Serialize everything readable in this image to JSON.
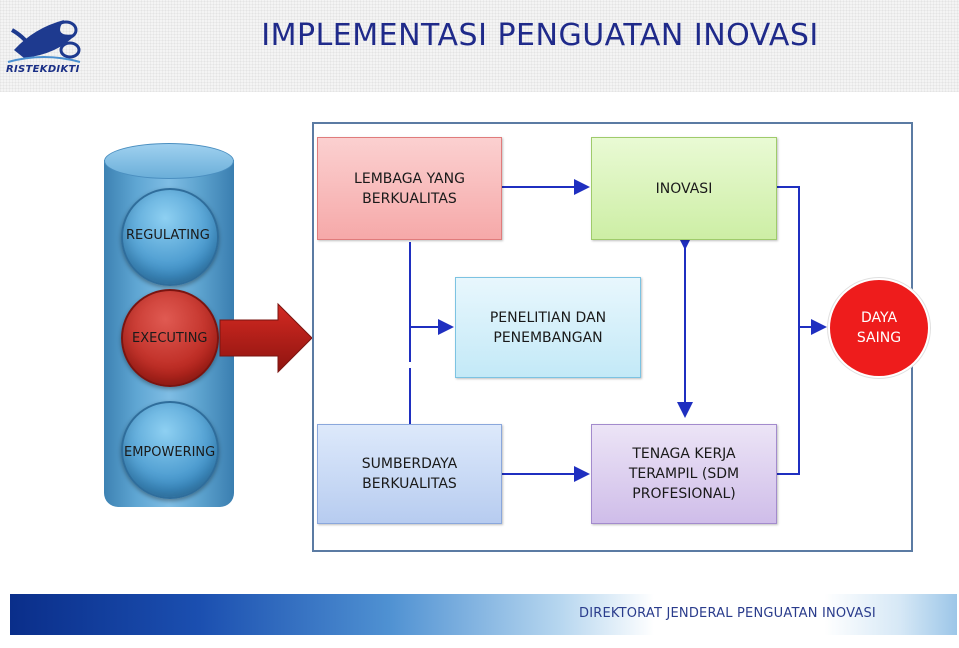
{
  "header": {
    "title": "IMPLEMENTASI PENGUATAN INOVASI",
    "logo_text": "RISTEKDIKTI"
  },
  "pillars": [
    "REGULATING",
    "EXECUTING",
    "EMPOWERING"
  ],
  "boxes": {
    "lembaga": "LEMBAGA YANG BERKUALITAS",
    "inovasi": "INOVASI",
    "penelitian": "PENELITIAN DAN PENEMBANGAN",
    "sumberdaya": "SUMBERDAYA BERKUALITAS",
    "tenaga": "TENAGA KERJA TERAMPIL (SDM PROFESIONAL)",
    "daya_saing": "DAYA SAING"
  },
  "footer": {
    "text": "DIREKTORAT JENDERAL PENGUATAN INOVASI"
  },
  "colors": {
    "title": "#1f2a8a",
    "connector": "#1f2fc0",
    "daya_saing": "#ee1c1c",
    "executing": "#b8251d",
    "pillar": "#5fa6d3"
  }
}
